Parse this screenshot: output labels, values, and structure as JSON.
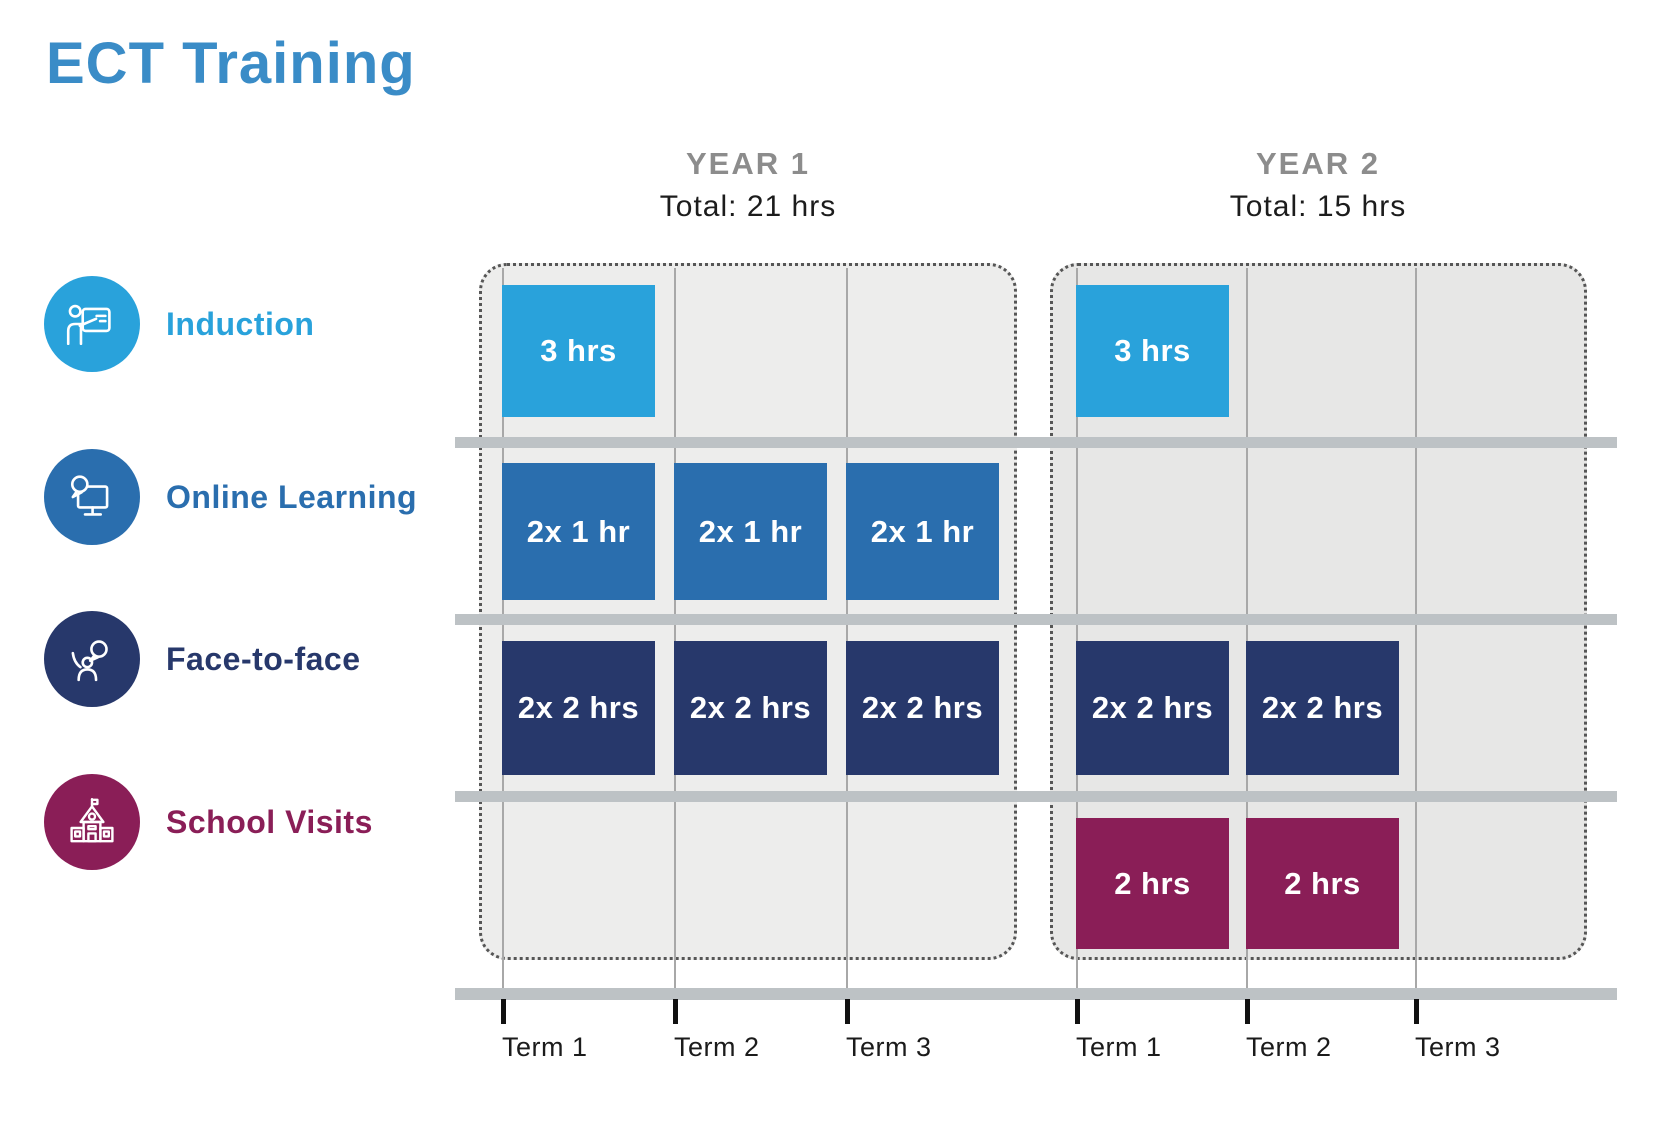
{
  "title": "ECT Training",
  "colors": {
    "title": "#3a8cc7",
    "induction": "#29a2db",
    "online": "#2a6eae",
    "face_to_face": "#27386b",
    "school": "#8a1e57",
    "panel_year1": "#EDEDEC",
    "panel_year2": "#E7E7E6",
    "separator": "#BDC2C5",
    "gridline": "#A8A8A8",
    "tick": "#111111",
    "year_label": "#8C8C8C",
    "total_text": "#1C1C1C",
    "term_text": "#1B1B1B",
    "block_text": "#FFFFFF"
  },
  "years": [
    {
      "label": "YEAR 1",
      "total": "Total: 21 hrs"
    },
    {
      "label": "YEAR 2",
      "total": "Total: 15 hrs"
    }
  ],
  "rows": [
    {
      "id": "induction",
      "label": "Induction",
      "icon": "presentation-icon",
      "color_key": "induction"
    },
    {
      "id": "online",
      "label": "Online Learning",
      "icon": "online-learning-icon",
      "color_key": "online"
    },
    {
      "id": "face_to_face",
      "label": "Face-to-face",
      "icon": "face-to-face-icon",
      "color_key": "face_to_face"
    },
    {
      "id": "school",
      "label": "School Visits",
      "icon": "school-icon",
      "color_key": "school"
    }
  ],
  "term_labels": [
    "Term 1",
    "Term 2",
    "Term 3",
    "Term 1",
    "Term 2",
    "Term 3"
  ],
  "schedule": {
    "blocks": [
      {
        "row": "induction",
        "year": 1,
        "term": 1,
        "label": "3 hrs"
      },
      {
        "row": "induction",
        "year": 2,
        "term": 1,
        "label": "3 hrs"
      },
      {
        "row": "online",
        "year": 1,
        "term": 1,
        "label": "2x 1 hr"
      },
      {
        "row": "online",
        "year": 1,
        "term": 2,
        "label": "2x 1 hr"
      },
      {
        "row": "online",
        "year": 1,
        "term": 3,
        "label": "2x 1 hr"
      },
      {
        "row": "face_to_face",
        "year": 1,
        "term": 1,
        "label": "2x 2 hrs"
      },
      {
        "row": "face_to_face",
        "year": 1,
        "term": 2,
        "label": "2x 2 hrs"
      },
      {
        "row": "face_to_face",
        "year": 1,
        "term": 3,
        "label": "2x 2 hrs"
      },
      {
        "row": "face_to_face",
        "year": 2,
        "term": 1,
        "label": "2x 2 hrs"
      },
      {
        "row": "face_to_face",
        "year": 2,
        "term": 2,
        "label": "2x 2 hrs"
      },
      {
        "row": "school",
        "year": 2,
        "term": 1,
        "label": "2 hrs"
      },
      {
        "row": "school",
        "year": 2,
        "term": 2,
        "label": "2 hrs"
      }
    ]
  }
}
